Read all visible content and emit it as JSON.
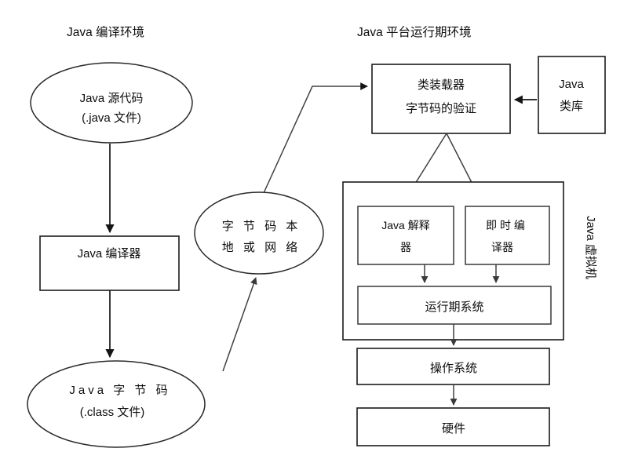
{
  "diagram": {
    "titles": {
      "compile_env": "Java 编译环境",
      "runtime_env": "Java 平台运行期环境"
    },
    "nodes": {
      "source_code_line1": "Java 源代码",
      "source_code_line2": "(.java 文件)",
      "compiler": "Java 编译器",
      "bytecode_line1": "Java 字 节 码",
      "bytecode_line2": "(.class 文件)",
      "transport_line1": "字 节 码 本",
      "transport_line2": "地 或 网 络",
      "class_loader_line1": "类装载器",
      "class_loader_line2": "字节码的验证",
      "class_library_line1": "Java",
      "class_library_line2": "类库",
      "interpreter_line1": "Java 解释",
      "interpreter_line2": "器",
      "jit_line1": "即 时 编",
      "jit_line2": "译器",
      "runtime_system": "运行期系统",
      "operating_system": "操作系统",
      "hardware": "硬件",
      "jvm_label": "Java 虚拟机"
    },
    "colors": {
      "background": "#ffffff",
      "stroke": "#1a1a1a",
      "text": "#0d0d0d"
    }
  }
}
